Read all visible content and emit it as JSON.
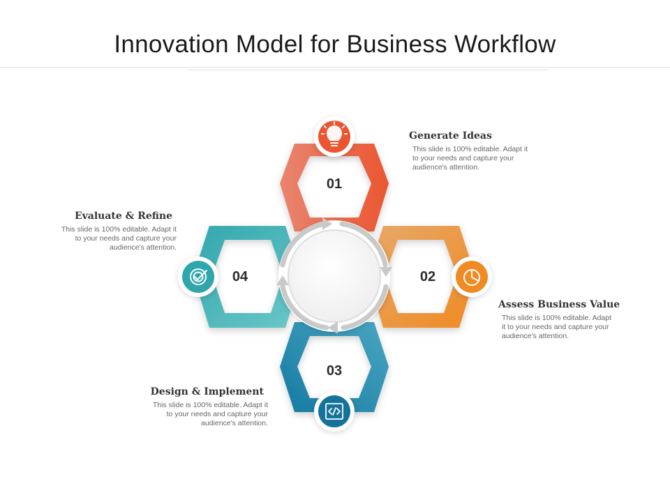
{
  "title": "Innovation Model for Business Workflow",
  "colors": {
    "step1": "#e9573f",
    "step2": "#f0962e",
    "step3": "#1d7fa6",
    "step4": "#3bb3b7",
    "arrow": "#c9c9c9"
  },
  "steps": [
    {
      "number": "01",
      "heading": "Generate Ideas",
      "body": [
        "This slide is 100% editable. Adapt it",
        "to your needs and capture your",
        "audience's attention."
      ],
      "icon": "lightbulb-icon"
    },
    {
      "number": "02",
      "heading": "Assess Business Value",
      "body": [
        "This slide is 100% editable. Adapt",
        "it to your needs and capture your",
        "audience's attention."
      ],
      "icon": "pie-chart-icon"
    },
    {
      "number": "03",
      "heading": "Design & Implement",
      "body": [
        "This slide is 100% editable. Adapt it",
        "to your needs and capture your",
        "audience's attention."
      ],
      "icon": "code-icon"
    },
    {
      "number": "04",
      "heading": "Evaluate & Refine",
      "body": [
        "This slide is 100% editable. Adapt it",
        "to your needs and capture your",
        "audience's attention."
      ],
      "icon": "check-badge-icon"
    }
  ]
}
